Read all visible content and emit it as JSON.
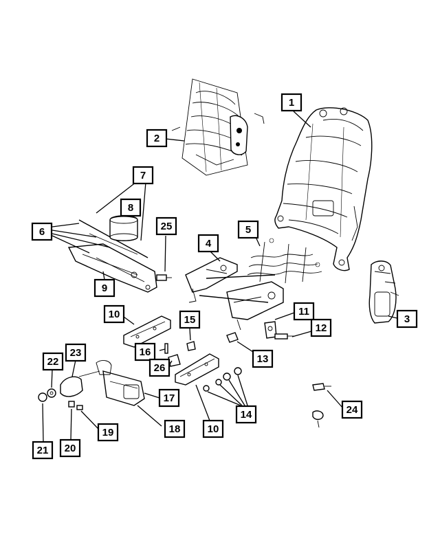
{
  "diagram": {
    "callouts": [
      {
        "id": "1",
        "text": "1"
      },
      {
        "id": "2",
        "text": "2"
      },
      {
        "id": "3",
        "text": "3"
      },
      {
        "id": "4",
        "text": "4"
      },
      {
        "id": "5",
        "text": "5"
      },
      {
        "id": "6",
        "text": "6"
      },
      {
        "id": "7",
        "text": "7"
      },
      {
        "id": "8",
        "text": "8"
      },
      {
        "id": "9",
        "text": "9"
      },
      {
        "id": "10a",
        "text": "10"
      },
      {
        "id": "10b",
        "text": "10"
      },
      {
        "id": "11",
        "text": "11"
      },
      {
        "id": "12",
        "text": "12"
      },
      {
        "id": "13",
        "text": "13"
      },
      {
        "id": "14",
        "text": "14"
      },
      {
        "id": "15",
        "text": "15"
      },
      {
        "id": "16",
        "text": "16"
      },
      {
        "id": "17",
        "text": "17"
      },
      {
        "id": "18",
        "text": "18"
      },
      {
        "id": "19",
        "text": "19"
      },
      {
        "id": "20",
        "text": "20"
      },
      {
        "id": "21",
        "text": "21"
      },
      {
        "id": "22",
        "text": "22"
      },
      {
        "id": "23",
        "text": "23"
      },
      {
        "id": "24",
        "text": "24"
      },
      {
        "id": "25",
        "text": "25"
      },
      {
        "id": "26",
        "text": "26"
      }
    ]
  }
}
